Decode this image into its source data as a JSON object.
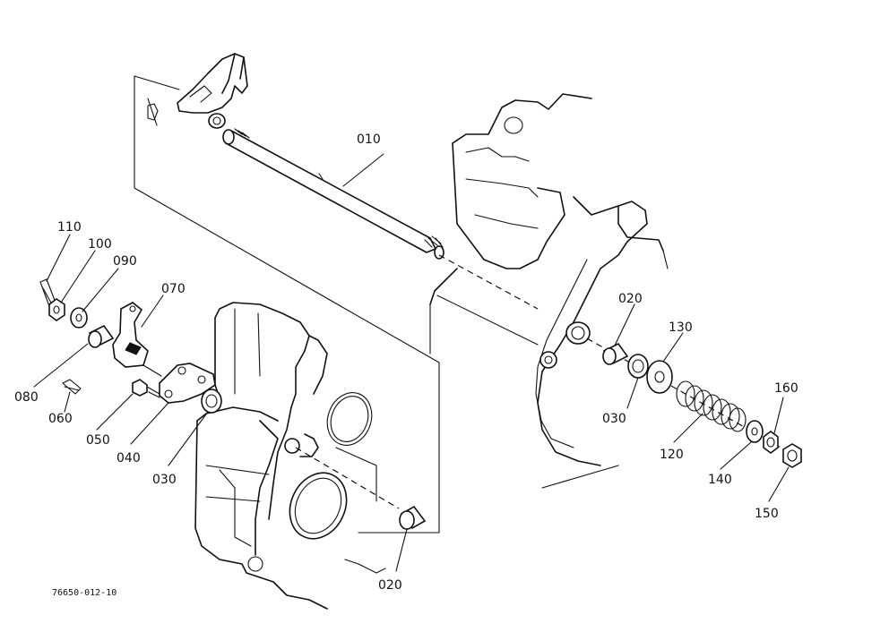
{
  "diagram": {
    "drawing_code": "76650-012-10",
    "part_labels": {
      "p010": "010",
      "p020a": "020",
      "p020b": "020",
      "p030a": "030",
      "p030b": "030",
      "p040": "040",
      "p050": "050",
      "p060": "060",
      "p070": "070",
      "p080": "080",
      "p090": "090",
      "p100": "100",
      "p110": "110",
      "p120": "120",
      "p130": "130",
      "p140": "140",
      "p150": "150",
      "p160": "160"
    }
  }
}
